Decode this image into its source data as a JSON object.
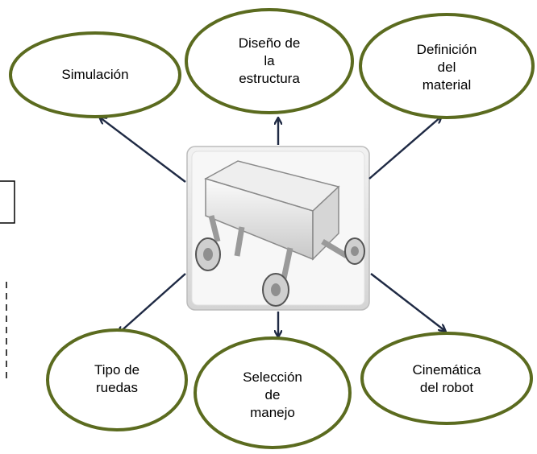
{
  "colors": {
    "ellipse_border": "#5b6b1f",
    "arrow": "#1f2a44",
    "image_frame": "#d9d9d9"
  },
  "center_image": {
    "icon": "robot-chassis-render"
  },
  "nodes": [
    {
      "id": "simulacion",
      "label": "Simulación"
    },
    {
      "id": "diseno-estructura",
      "label": "Diseño de\nla\nestructura"
    },
    {
      "id": "definicion-material",
      "label": "Definición\ndel\nmaterial"
    },
    {
      "id": "tipo-ruedas",
      "label": "Tipo de\nruedas"
    },
    {
      "id": "seleccion-manejo",
      "label": "Selección\nde\nmanejo"
    },
    {
      "id": "cinematica-robot",
      "label": "Cinemática\ndel robot"
    }
  ]
}
